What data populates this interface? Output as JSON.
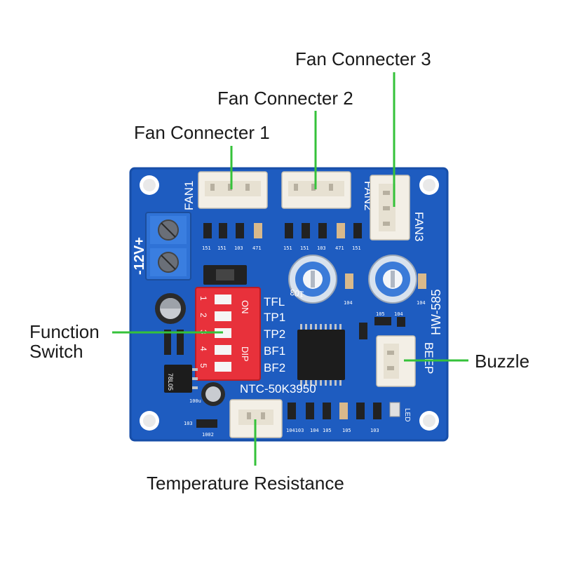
{
  "callouts": {
    "fan1": "Fan Connecter 1",
    "fan2": "Fan Connecter 2",
    "fan3": "Fan Connecter 3",
    "function_switch_line1": "Function",
    "function_switch_line2": "Switch",
    "buzzle": "Buzzle",
    "temperature": "Temperature Resistance"
  },
  "silkscreen": {
    "fan1": "FAN1",
    "fan2": "FAN2",
    "fan3": "FAN3",
    "power": "-12V+",
    "dip_on": "ON",
    "dip_label": "DIP",
    "dip_numbers": [
      "1",
      "2",
      "3",
      "4",
      "5"
    ],
    "dip_functions": [
      "TFL",
      "TP1",
      "TP2",
      "BF1",
      "BF2"
    ],
    "ntc": "NTC-50K3950",
    "model": "HW-585",
    "beep": "BEEP",
    "led": "LED",
    "regulator": "78L05",
    "pot_code": "103",
    "smd_codes_row1": [
      "151",
      "151",
      "103",
      "471"
    ],
    "smd_codes_row2": [
      "151",
      "151",
      "103",
      "471",
      "151"
    ],
    "smd_codes_bottom": [
      "104103",
      "104",
      "105",
      "105",
      "103"
    ],
    "misc_codes": [
      "104",
      "104",
      "105",
      "104",
      "100u",
      "103",
      "1002"
    ]
  },
  "colors": {
    "pcb": "#1e5cc0",
    "pcb_edge": "#174ea8",
    "leader_line": "#35c23a",
    "dip_switch": "#e8313b",
    "terminal_block": "#2f72d6",
    "connector": "#f3efe6"
  },
  "icons": {
    "connector": "jst-connector-icon",
    "potentiometer": "trimmer-potentiometer-icon",
    "capacitor": "electrolytic-capacitor-icon",
    "chip": "ic-chip-icon"
  }
}
